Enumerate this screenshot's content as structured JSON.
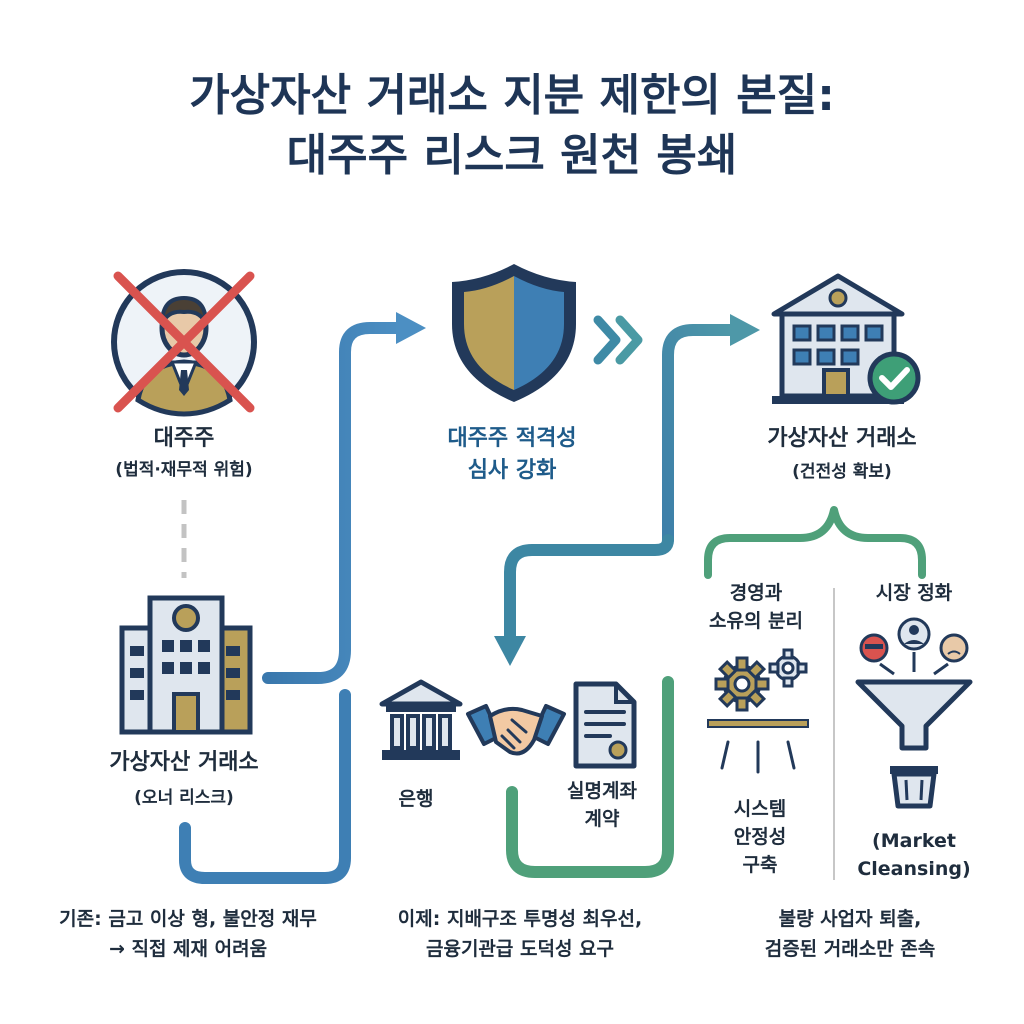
{
  "title": {
    "line1": "가상자산 거래소 지분 제한의 본질:",
    "line2": "대주주 리스크 원천 봉쇄"
  },
  "left": {
    "major_shareholder": "대주주",
    "major_shareholder_sub": "(법적·재무적 위험)",
    "exchange": "가상자산 거래소",
    "exchange_sub": "(오너 리스크)"
  },
  "center": {
    "screening_line1": "대주주 적격성",
    "screening_line2": "심사 강화",
    "bank": "은행",
    "account_line1": "실명계좌",
    "account_line2": "계약"
  },
  "right": {
    "exchange": "가상자산 거래소",
    "exchange_sub": "(건전성 확보)",
    "separation_line1": "경영과",
    "separation_line2": "소유의 분리",
    "stability_line1": "시스템",
    "stability_line2": "안정성",
    "stability_line3": "구축",
    "cleansing_title": "시장 정화",
    "cleansing_en1": "(Market",
    "cleansing_en2": "Cleansing)"
  },
  "bottom": {
    "before_line1": "기존: 금고 이상 형, 불안정 재무",
    "before_line2": "→ 직접 제재 어려움",
    "now_line1": "이제: 지배구조 투명성 최우선,",
    "now_line2": "금융기관급 도덕성 요구",
    "result_line1": "불량 사업자 퇴출,",
    "result_line2": "검증된 거래소만 존속"
  },
  "colors": {
    "title": "#1e3556",
    "flow_blue": "#3e7fb4",
    "flow_green": "#4fa07a",
    "gold": "#b9a05a",
    "navy": "#22395a",
    "red_x": "#d9534f"
  }
}
